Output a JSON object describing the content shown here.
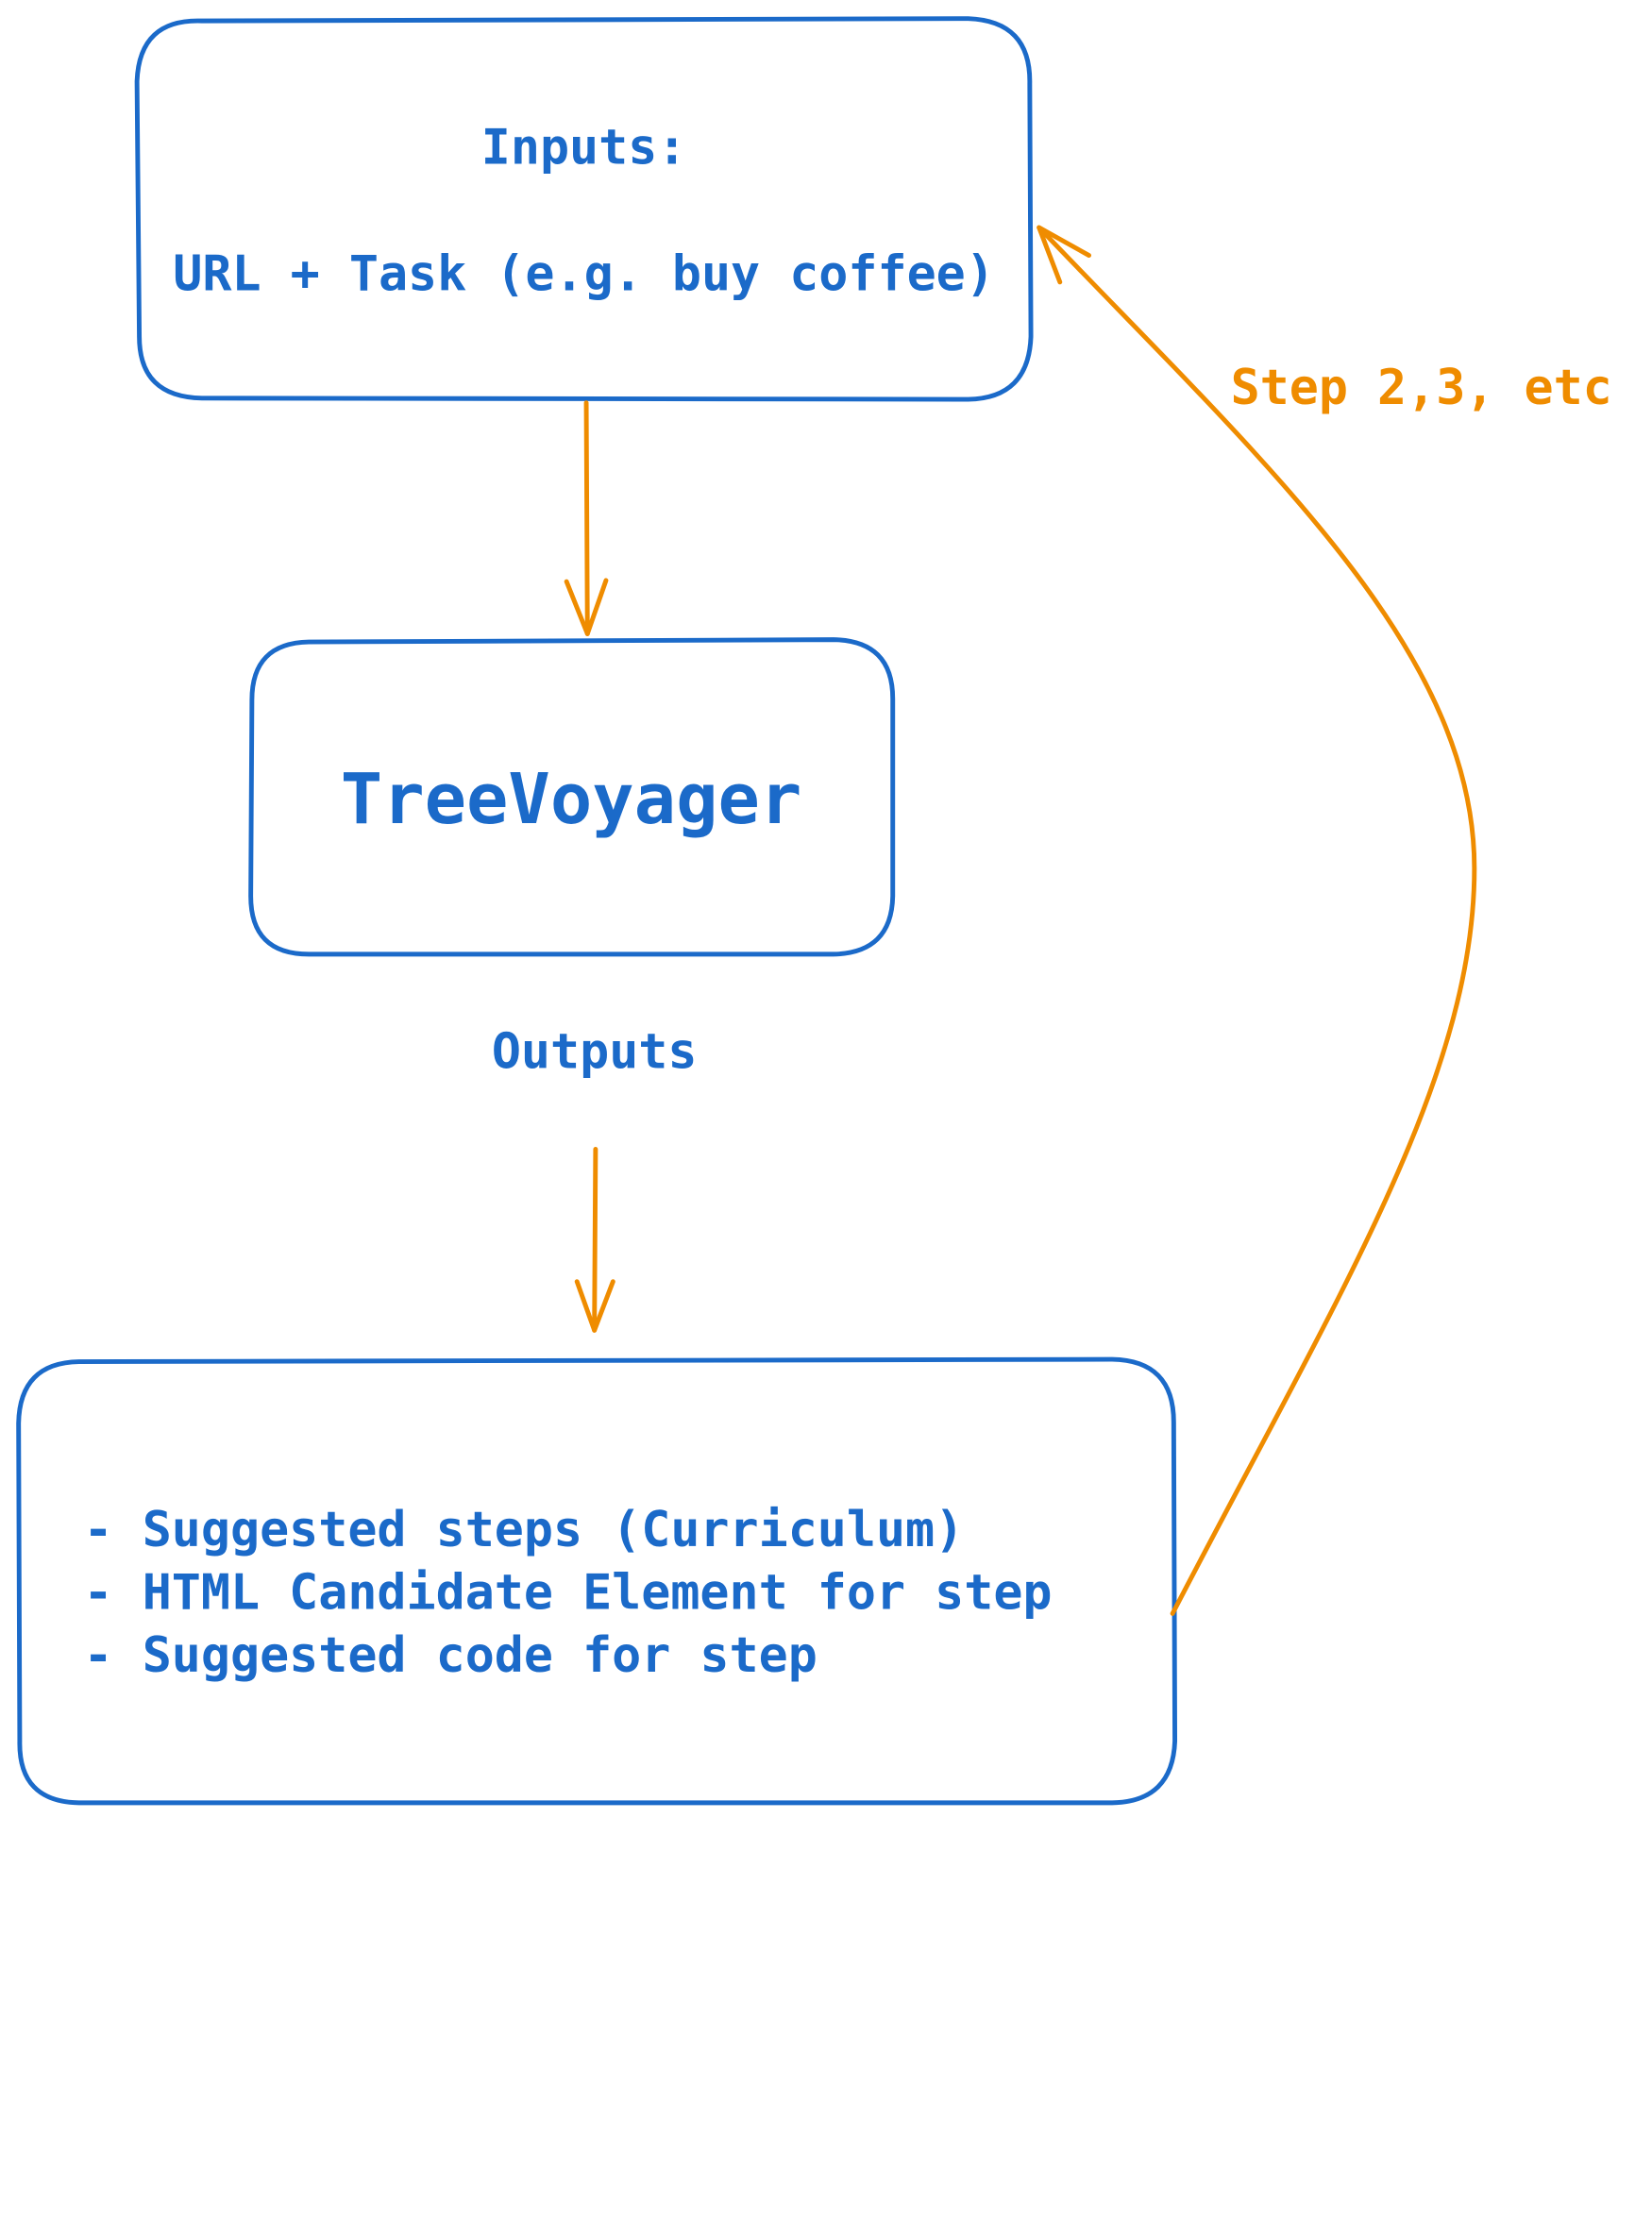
{
  "colors": {
    "box_stroke": "#1b6ac9",
    "text_blue": "#1b6ac9",
    "arrow_orange": "#ef8c00"
  },
  "inputs_box": {
    "title": "Inputs:",
    "content": "URL + Task (e.g. buy coffee)"
  },
  "center_box": {
    "label": "TreeVoyager"
  },
  "outputs_label": "Outputs",
  "outputs_box": {
    "items": [
      "- Suggested steps (Curriculum)",
      "- HTML Candidate Element for step",
      "- Suggested code for step"
    ]
  },
  "loop_label": "Step 2,3, etc"
}
